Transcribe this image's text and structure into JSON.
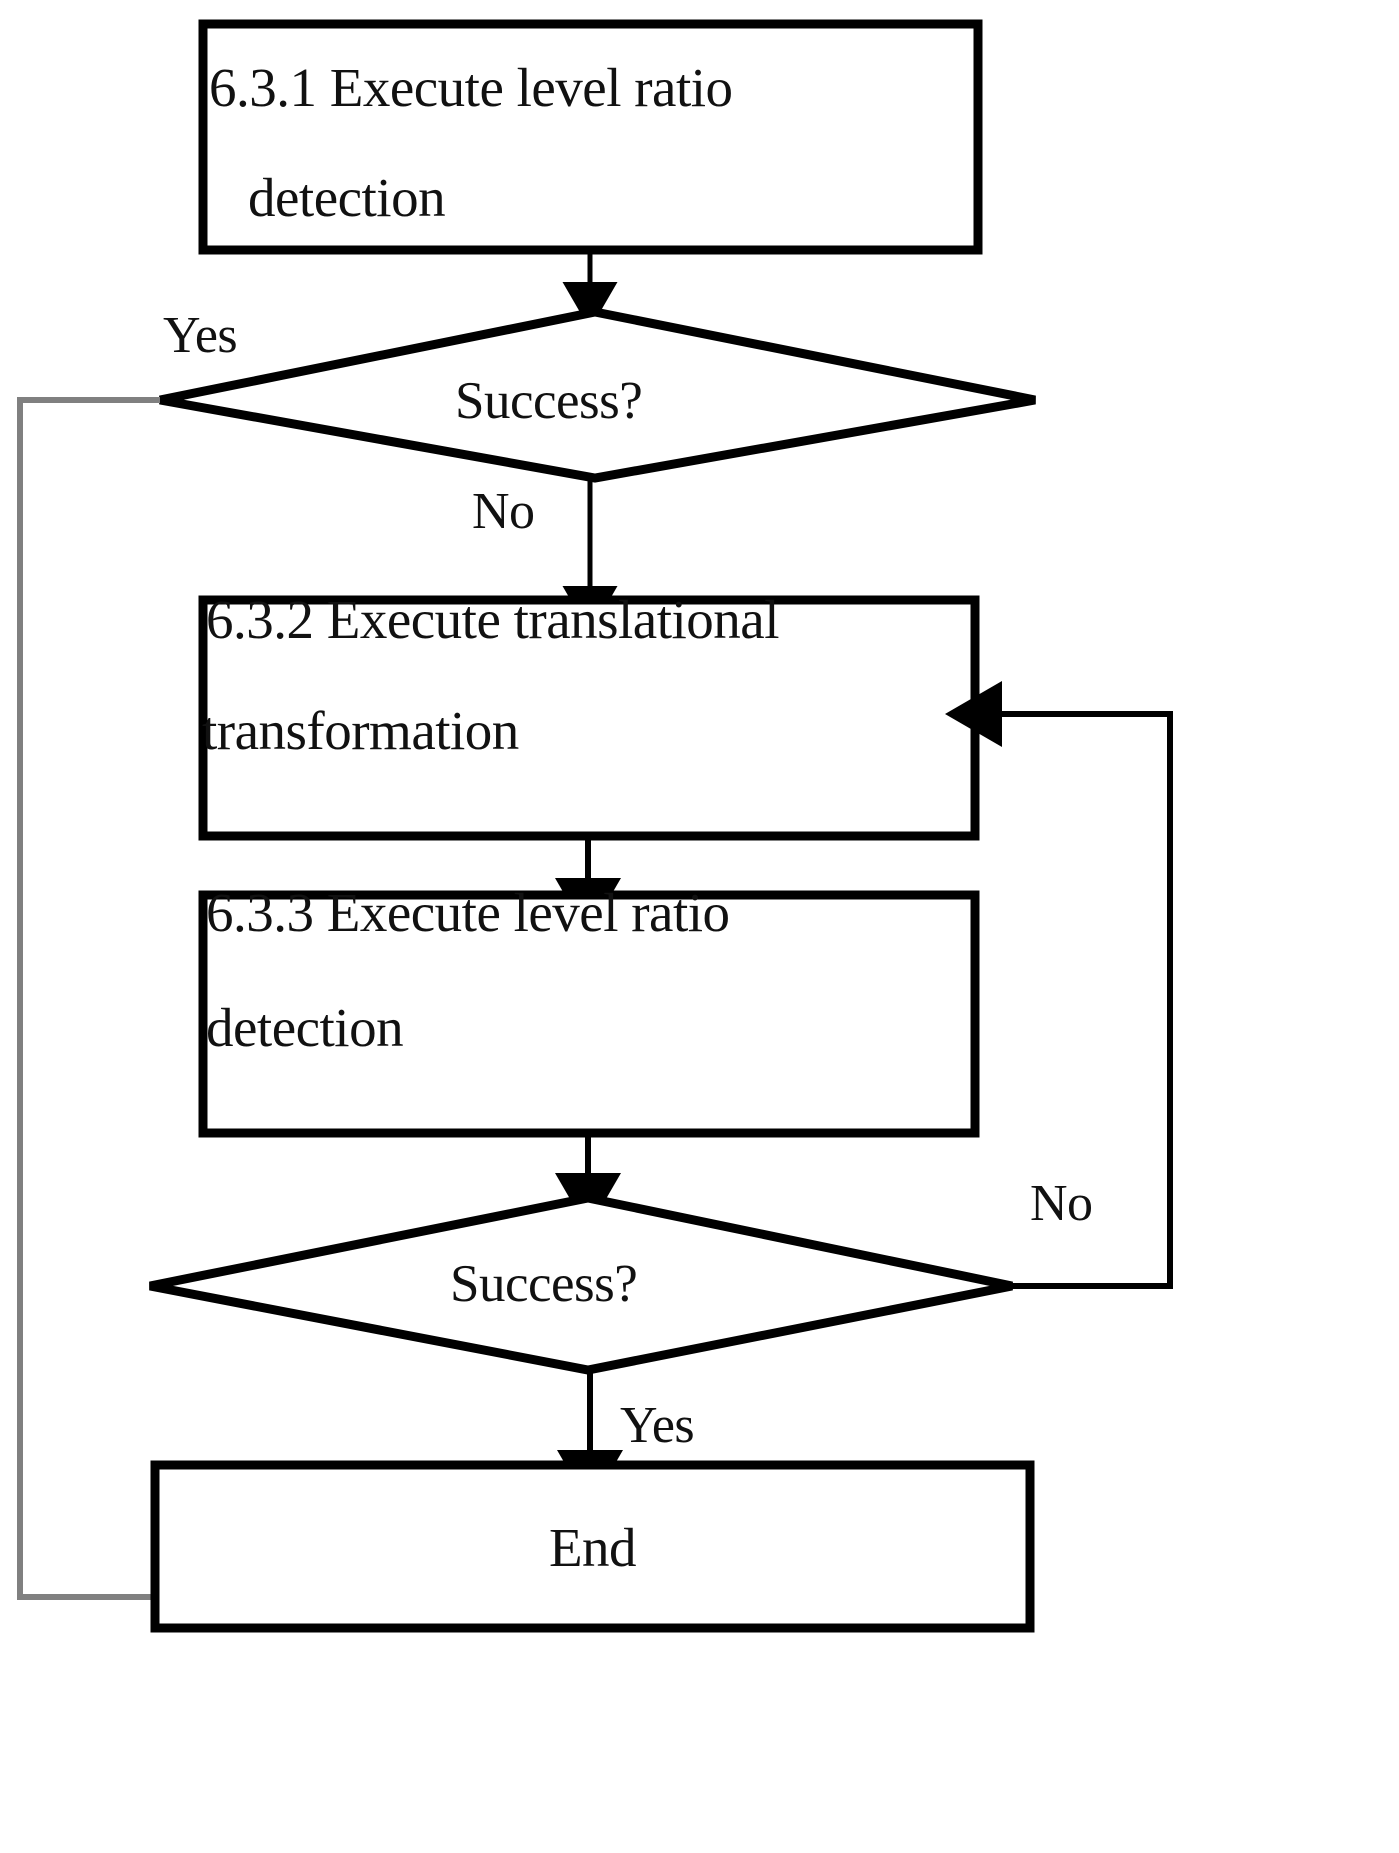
{
  "diagram": {
    "title": "Level ratio detection flowchart",
    "type": "flowchart",
    "colors": {
      "stroke": "#000000",
      "gray_stroke": "#808080",
      "fill": "#ffffff",
      "text": "#111111"
    },
    "nodes": [
      {
        "id": "step-631",
        "shape": "process",
        "line1": "6.3.1 Execute level ratio",
        "line2": "detection"
      },
      {
        "id": "decision-1",
        "shape": "decision",
        "label": "Success?"
      },
      {
        "id": "step-632",
        "shape": "process",
        "line1": "6.3.2 Execute translational",
        "line2": "transformation"
      },
      {
        "id": "step-633",
        "shape": "process",
        "line1": "6.3.3 Execute level ratio",
        "line2": "detection"
      },
      {
        "id": "decision-2",
        "shape": "decision",
        "label": "Success?"
      },
      {
        "id": "end",
        "shape": "terminator",
        "label": "End"
      }
    ],
    "edge_labels": {
      "decision1_yes": "Yes",
      "decision1_no": "No",
      "decision2_no": "No",
      "decision2_yes": "Yes"
    }
  }
}
